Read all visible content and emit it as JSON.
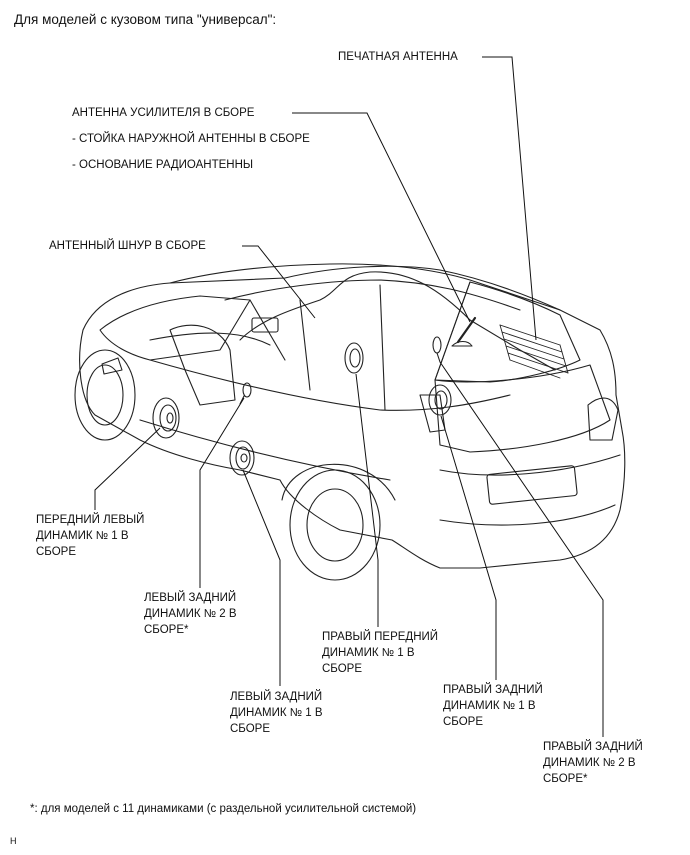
{
  "title": "Для моделей с кузовом типа \"универсал\":",
  "labels": {
    "printed_antenna": "ПЕЧАТНАЯ АНТЕННА",
    "amp_antenna": "АНТЕННА УСИЛИТЕЛЯ В СБОРЕ",
    "outer_pole": "- СТОЙКА НАРУЖНОЙ АНТЕННЫ В СБОРЕ",
    "radio_base": "- ОСНОВАНИЕ РАДИОАНТЕННЫ",
    "antenna_cord": "АНТЕННЫЙ ШНУР В СБОРЕ",
    "front_left_speaker": "ПЕРЕДНИЙ ЛЕВЫЙ\nДИНАМИК № 1 В\nСБОРЕ",
    "left_rear_speaker_2": "ЛЕВЫЙ ЗАДНИЙ\nДИНАМИК № 2 В\nСБОРЕ*",
    "left_rear_speaker_1": "ЛЕВЫЙ ЗАДНИЙ\nДИНАМИК № 1 В\nСБОРЕ",
    "right_front_speaker": "ПРАВЫЙ ПЕРЕДНИЙ\nДИНАМИК № 1 В\nСБОРЕ",
    "right_rear_speaker_1": "ПРАВЫЙ ЗАДНИЙ\nДИНАМИК № 1 В\nСБОРЕ",
    "right_rear_speaker_2": "ПРАВЫЙ ЗАДНИЙ\nДИНАМИК № 2 В\nСБОРЕ*"
  },
  "footnote": "*: для моделей с 11 динамиками (с раздельной усилительной системой)",
  "figure_code": "H"
}
